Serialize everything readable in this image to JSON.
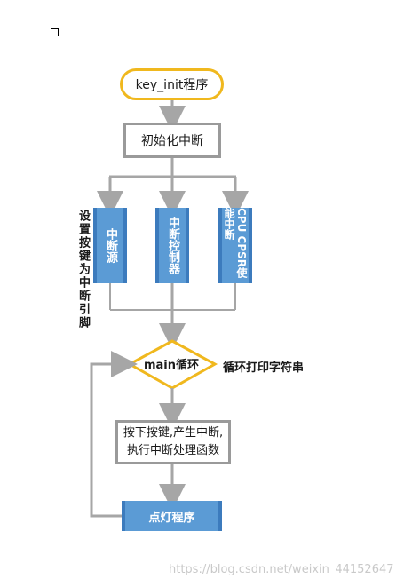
{
  "start": "key_init程序",
  "init": "初始化中断",
  "columns": [
    "中断源",
    "中断控制器",
    "CPU CPSR使能中断"
  ],
  "side_label": "设置按键为中断引脚",
  "loop": "main循环",
  "loop_note": "循环打印字符串",
  "exec_line1": "按下按键,产生中断,",
  "exec_line2": "执行中断处理函数",
  "light": "点灯程序",
  "watermark": "https://blog.csdn.net/weixin_44152647",
  "colors": {
    "terminal": "#f0b81e",
    "box_border": "#9a9a9a",
    "blue": "#5b9bd5",
    "connector": "#a6a6a6"
  }
}
